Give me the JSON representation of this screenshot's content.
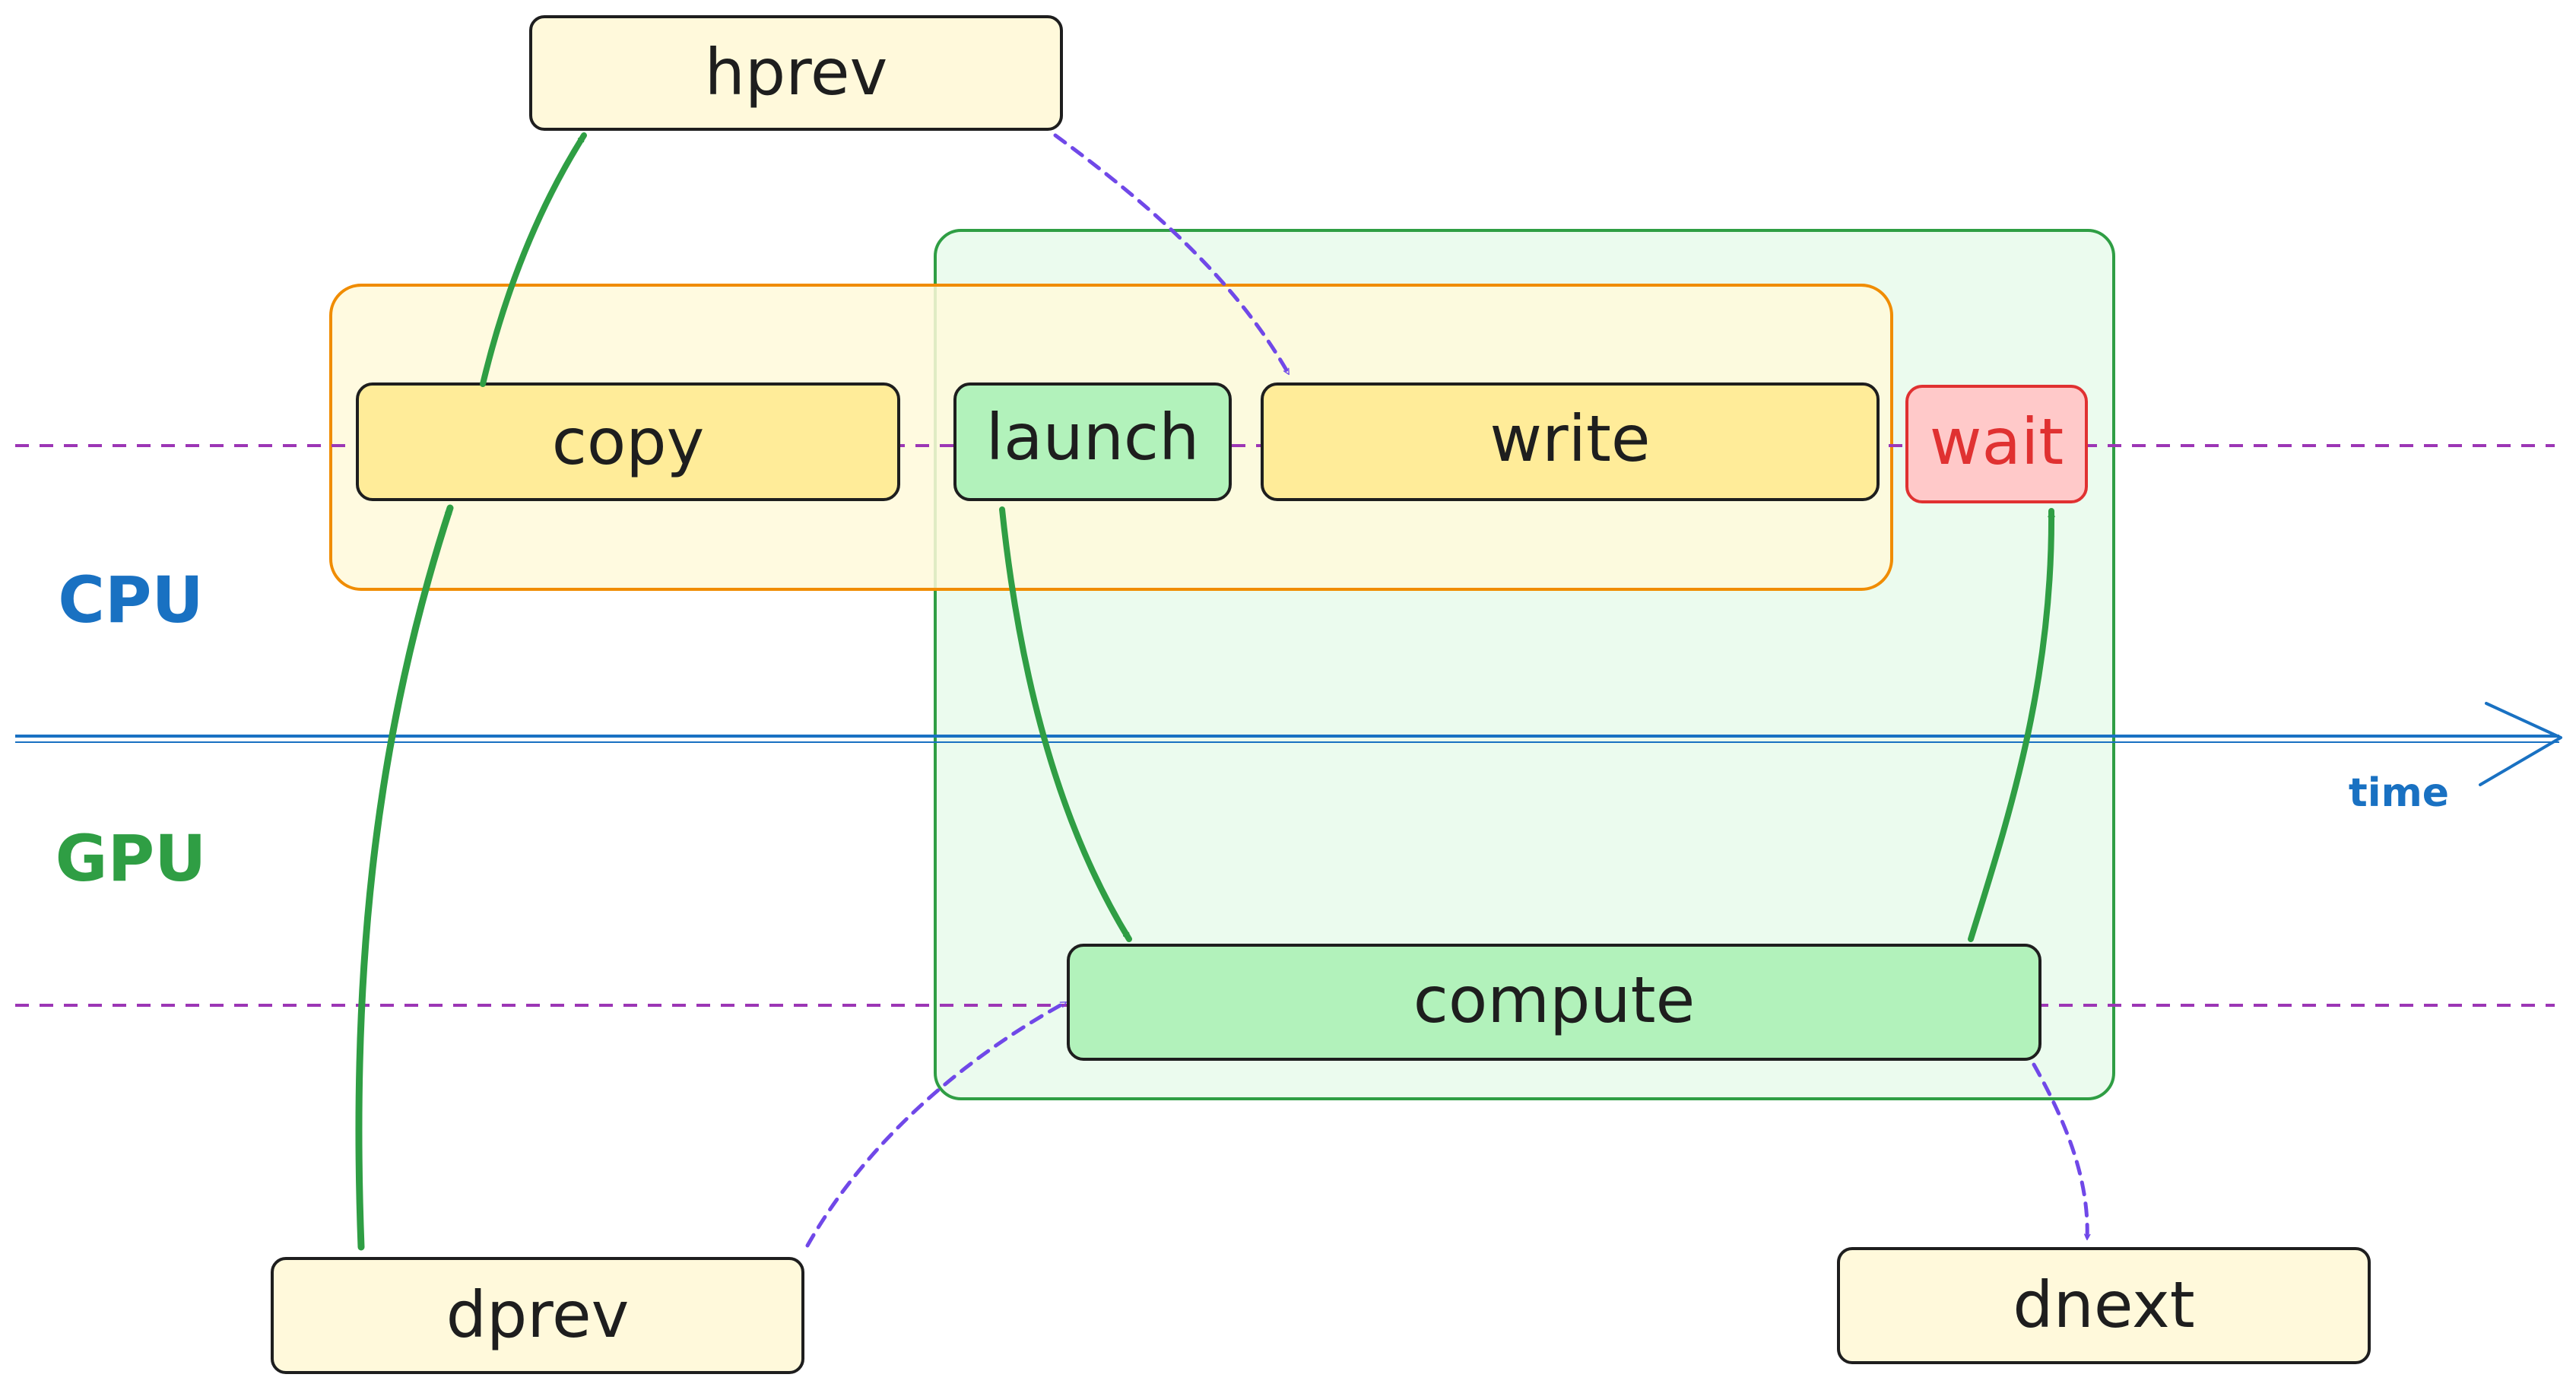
{
  "lanes": {
    "cpu": "CPU",
    "gpu": "GPU",
    "time": "time"
  },
  "nodes": {
    "hprev": "hprev",
    "copy": "copy",
    "launch": "launch",
    "write": "write",
    "wait": "wait",
    "compute": "compute",
    "dprev": "dprev",
    "dnext": "dnext"
  },
  "colors": {
    "cpu_blue": "#1971c2",
    "gpu_green": "#2f9e44",
    "orange_border": "#f08c00",
    "orange_fill": "#fff9db",
    "green_group_fill": "#ebfbee",
    "note_fill": "#fff9db",
    "yellow_task": "#ffec99",
    "green_task": "#b2f2bb",
    "red_border": "#e03131",
    "red_fill": "#ffc9c9",
    "purple_dash": "#9c36b5",
    "violet_arrow": "#7048e8",
    "ink": "#1e1e1e"
  }
}
